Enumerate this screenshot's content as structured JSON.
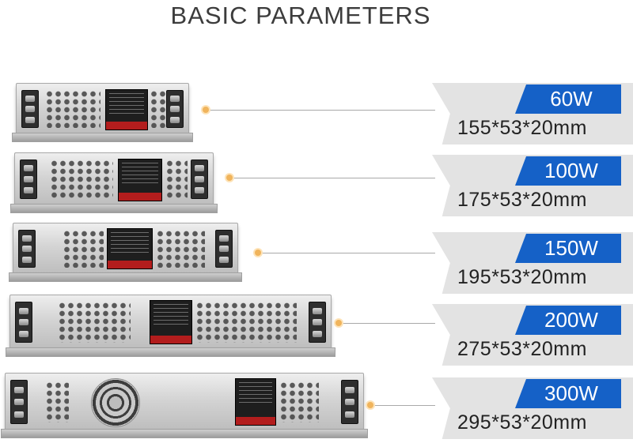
{
  "title": "BASIC PARAMETERS",
  "models": [
    {
      "power": "60W",
      "dimensions": "155*53*20mm"
    },
    {
      "power": "100W",
      "dimensions": "175*53*20mm"
    },
    {
      "power": "150W",
      "dimensions": "195*53*20mm"
    },
    {
      "power": "200W",
      "dimensions": "275*53*20mm"
    },
    {
      "power": "300W",
      "dimensions": "295*53*20mm"
    }
  ],
  "colors": {
    "accent_blue": "#1561c7",
    "connector_dot": "#f0b45c",
    "banner_gray": "#e3e3e3"
  }
}
